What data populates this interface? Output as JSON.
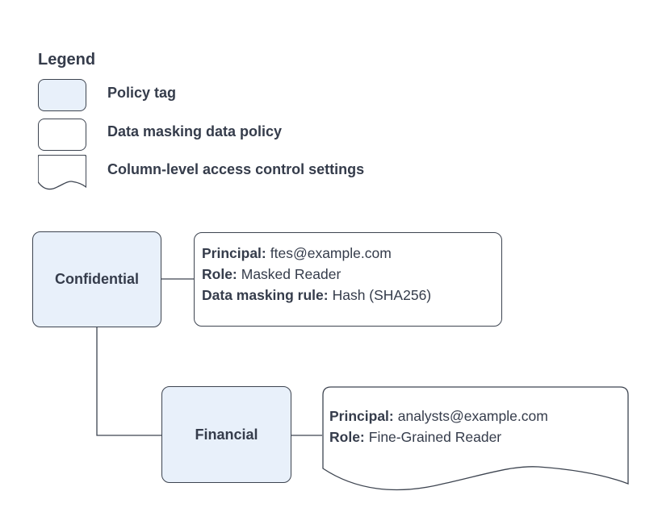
{
  "legend": {
    "title": "Legend",
    "items": [
      {
        "shape": "policy-tag",
        "label": "Policy tag"
      },
      {
        "shape": "data-masking-data-policy",
        "label": "Data masking data policy"
      },
      {
        "shape": "column-level-access-document",
        "label": "Column-level access control settings"
      }
    ]
  },
  "nodes": {
    "confidential": {
      "label": "Confidential"
    },
    "financial": {
      "label": "Financial"
    }
  },
  "masking_policy": {
    "fields": [
      {
        "label": "Principal:",
        "value": "ftes@example.com"
      },
      {
        "label": "Role:",
        "value": "Masked Reader"
      },
      {
        "label": "Data masking rule:",
        "value": "Hash (SHA256)"
      }
    ]
  },
  "access_settings": {
    "fields": [
      {
        "label": "Principal:",
        "value": "analysts@example.com"
      },
      {
        "label": "Role:",
        "value": "Fine-Grained Reader"
      }
    ]
  },
  "colors": {
    "policy_tag_fill": "#e8f0fa",
    "stroke": "#3d4450",
    "text": "#353c4b",
    "background": "#ffffff"
  }
}
